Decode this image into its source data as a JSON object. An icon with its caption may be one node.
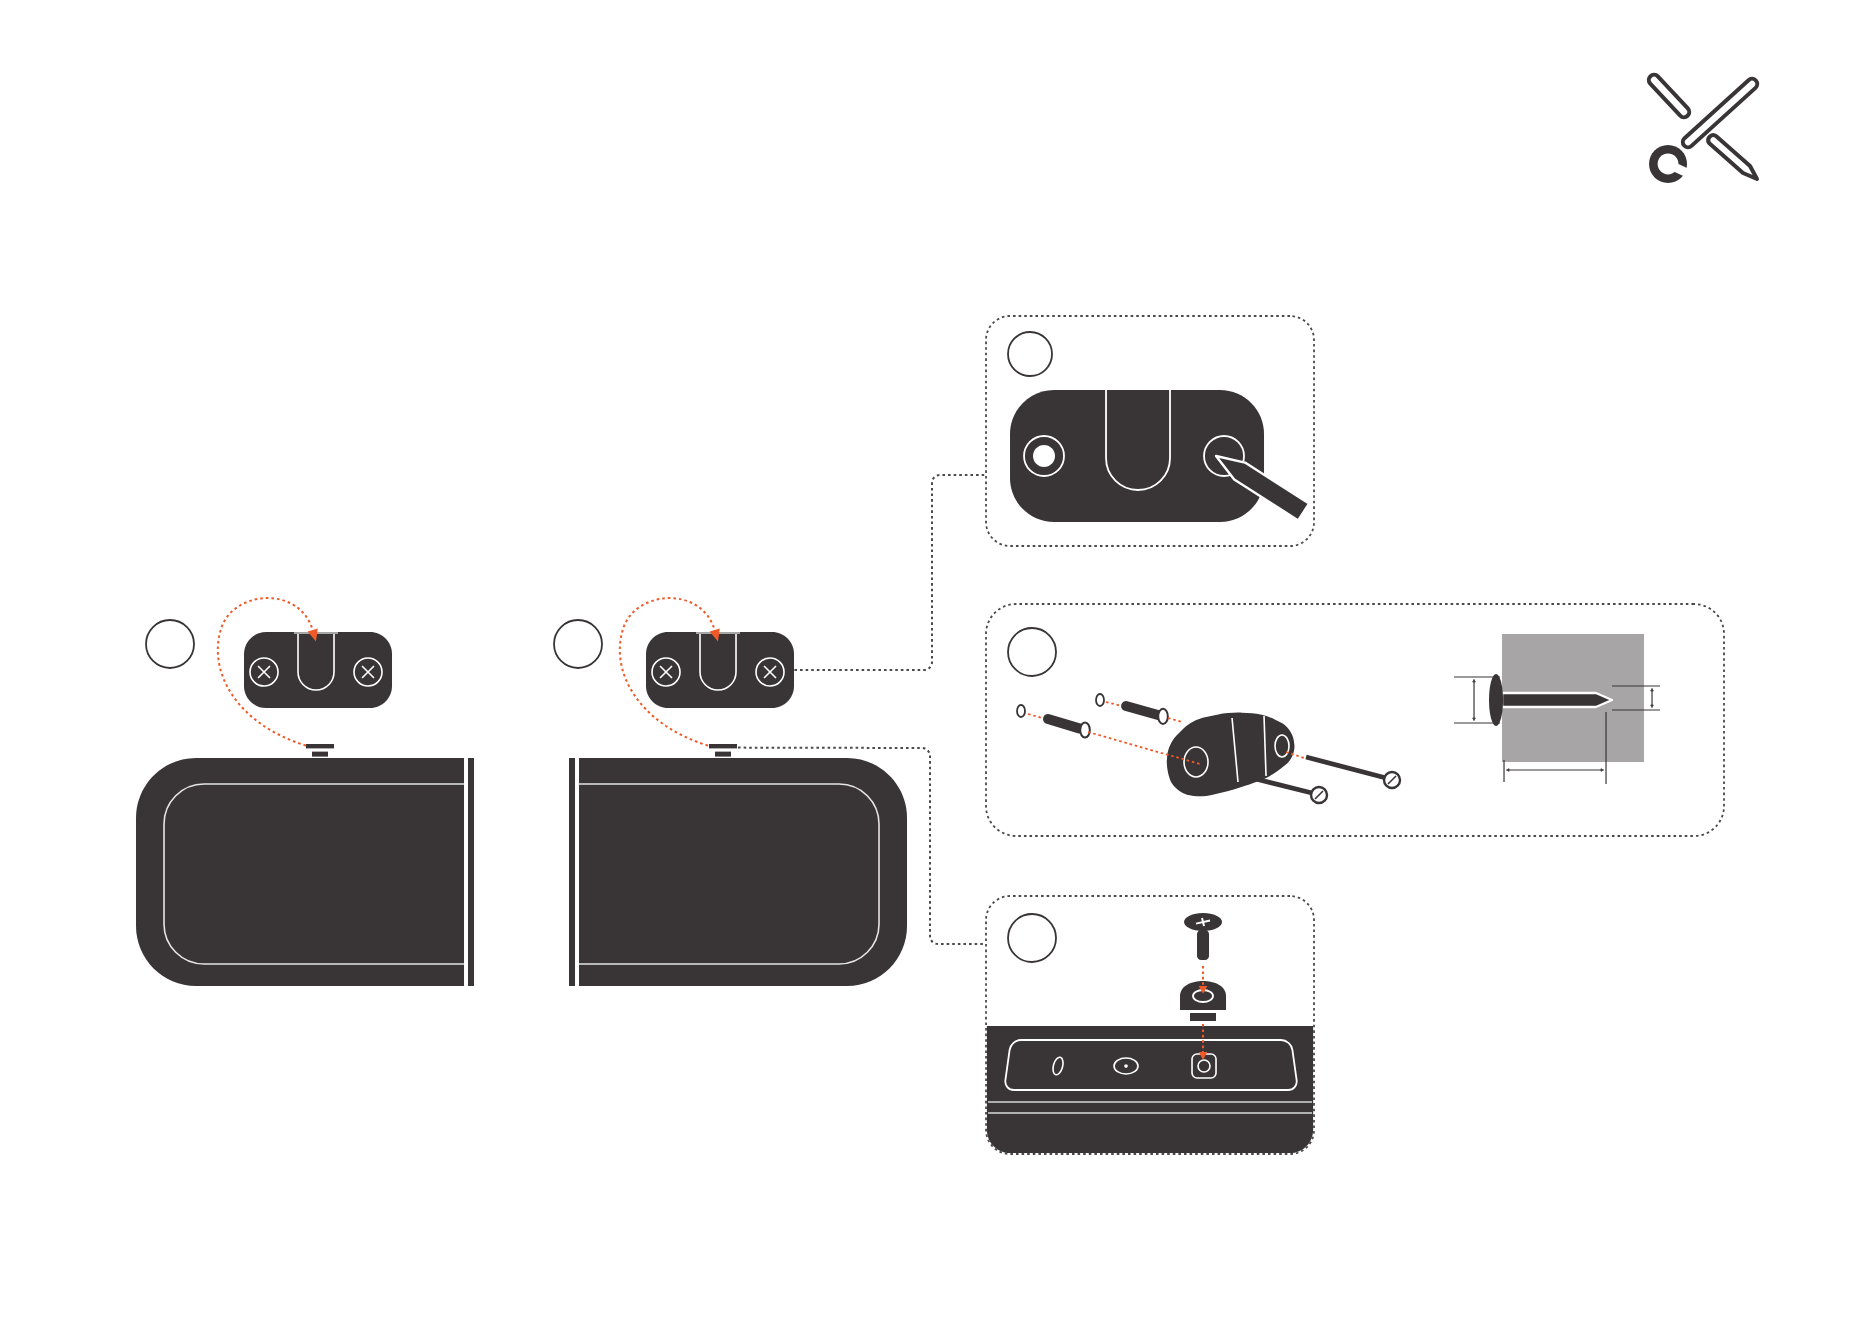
{
  "diagram": {
    "nodes": [
      {
        "text": [],
        "shape": "circle"
      },
      {
        "text": [],
        "shape": "picture"
      },
      {
        "text": [],
        "shape": "picture"
      },
      {
        "text": [],
        "shape": "circle"
      },
      {
        "text": [],
        "shape": "picture"
      },
      {
        "text": [],
        "shape": "picture"
      },
      {
        "text": [],
        "shape": "box"
      },
      {
        "text": [],
        "shape": "circle",
        "in": 6
      },
      {
        "text": [],
        "shape": "box"
      },
      {
        "text": [],
        "shape": "circle",
        "in": 8
      },
      {
        "text": [],
        "shape": "box"
      },
      {
        "text": [],
        "shape": "circle",
        "in": 10
      }
    ],
    "edges": [
      {
        "from": 2,
        "to": 1,
        "arrow": "to",
        "style": "dashed",
        "color": "#f05a28"
      },
      {
        "from": 5,
        "to": 4,
        "arrow": "to",
        "style": "dashed",
        "color": "#f05a28"
      },
      {
        "from": 4,
        "to": 6,
        "arrow": "none",
        "style": "dashed",
        "color": "#4a4a4a"
      },
      {
        "from": 5,
        "to": 10,
        "arrow": "none",
        "style": "dashed",
        "color": "#4a4a4a"
      }
    ]
  }
}
